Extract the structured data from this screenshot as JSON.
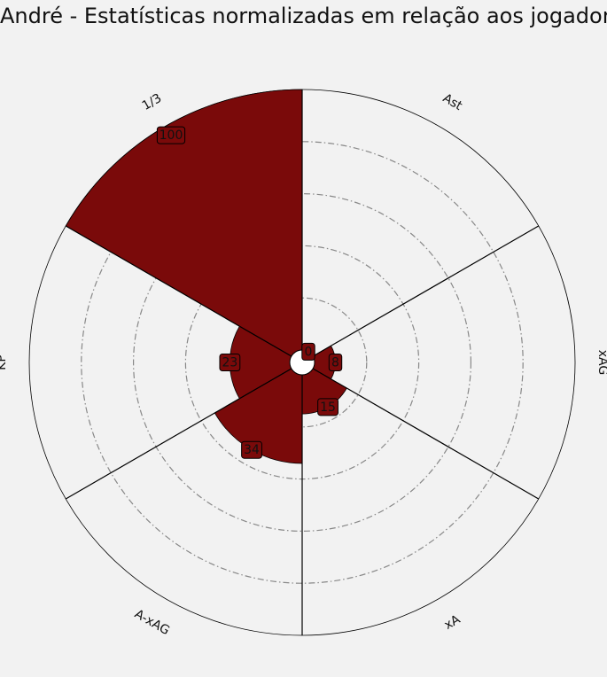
{
  "chart_data": {
    "type": "radar-bar",
    "title": "André - Estatísticas normalizadas em relação aos jogadores",
    "categories": [
      "Ast",
      "xAG",
      "xA",
      "A-xAG",
      "KP",
      "1/3"
    ],
    "values": [
      0,
      8,
      15,
      34,
      23,
      100
    ],
    "rlim": [
      0,
      100
    ],
    "grid": true,
    "colors": {
      "background": "#f2f2f2",
      "bar_fill": "#7a0a0a",
      "grid": "#888888",
      "outline": "#000000"
    }
  }
}
